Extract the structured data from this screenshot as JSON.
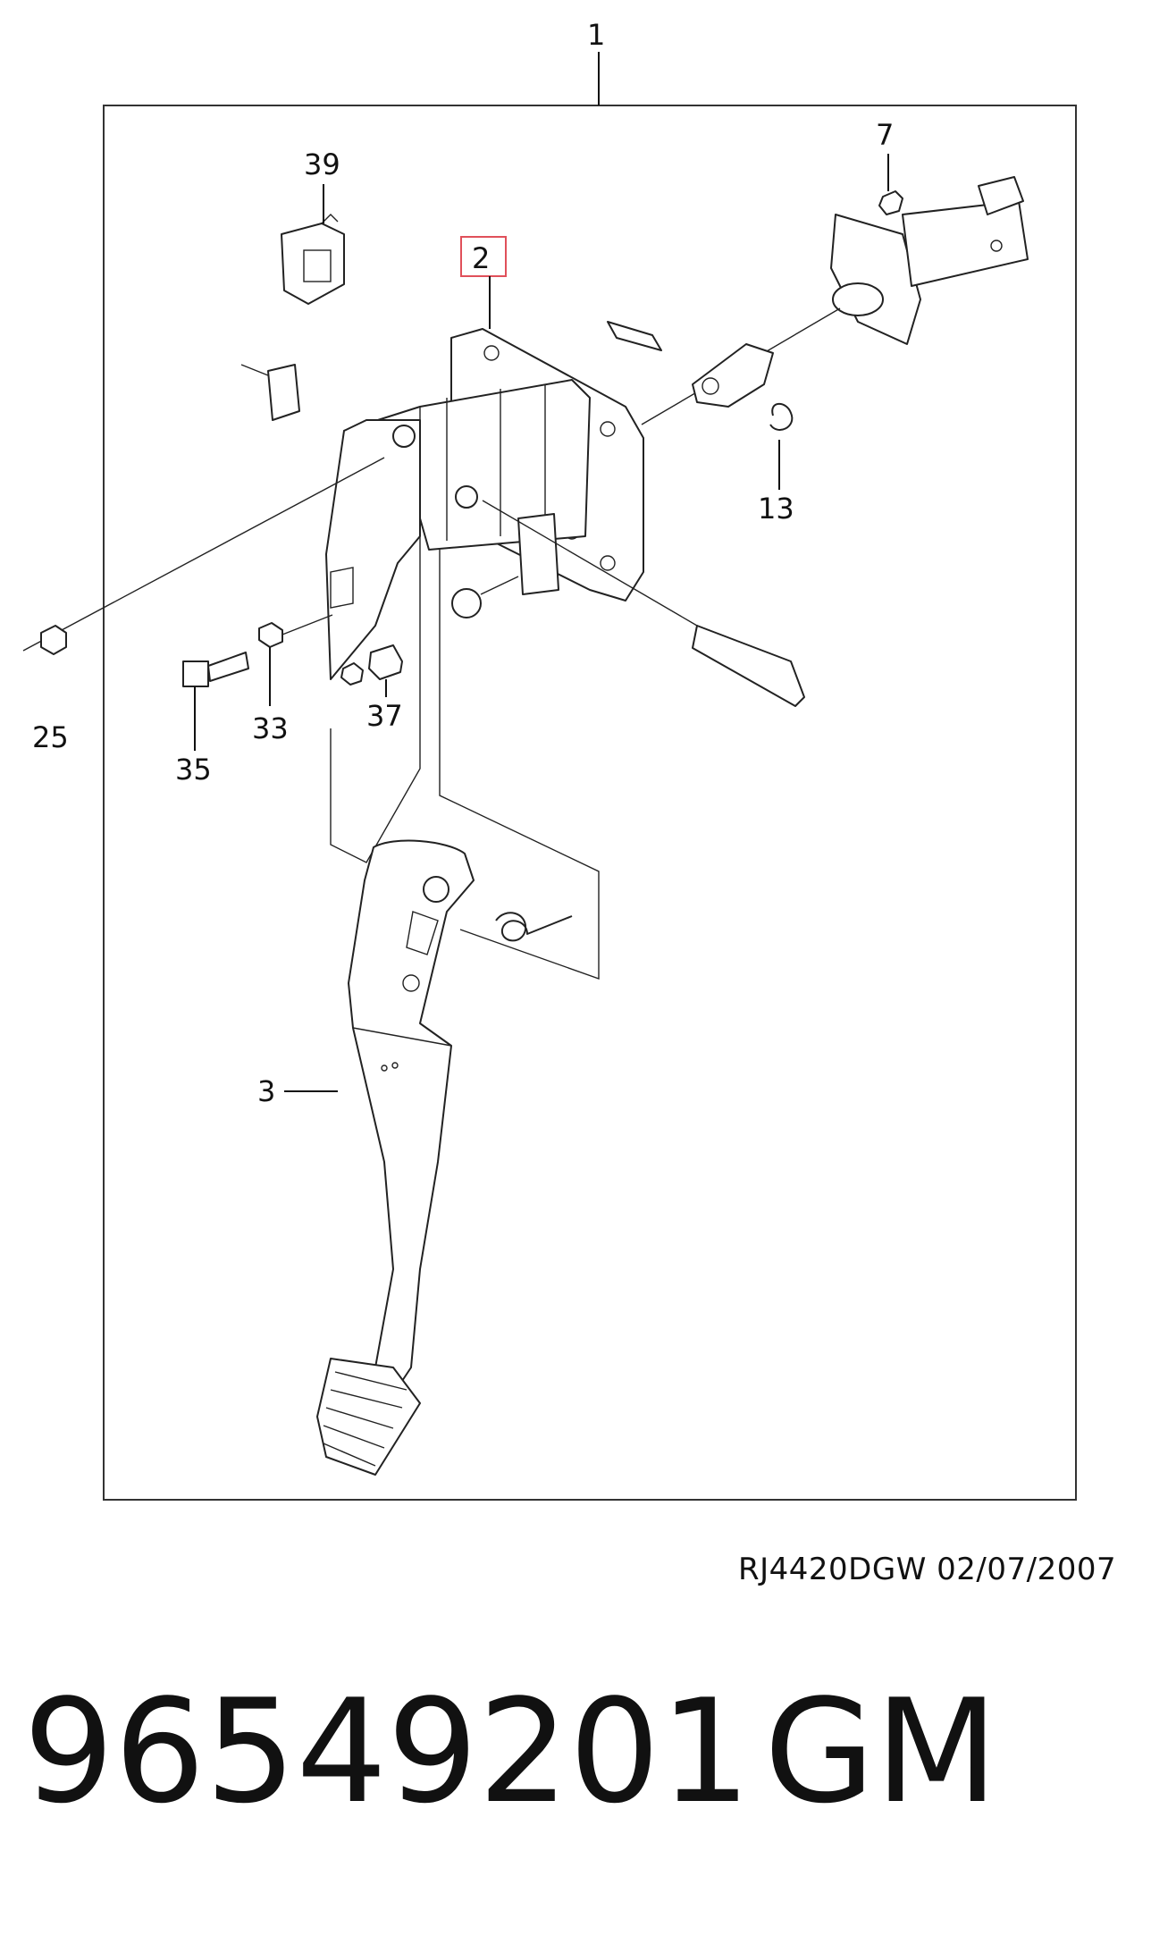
{
  "callouts": {
    "c1": "1",
    "c2": "2",
    "c3": "3",
    "c7": "7",
    "c13": "13",
    "c25": "25",
    "c33": "33",
    "c35": "35",
    "c37": "37",
    "c39": "39"
  },
  "highlight_color": "#e0505a",
  "drawing_code": "RJ4420DGW  02/07/2007",
  "part_number": "96549201",
  "brand": "GM"
}
